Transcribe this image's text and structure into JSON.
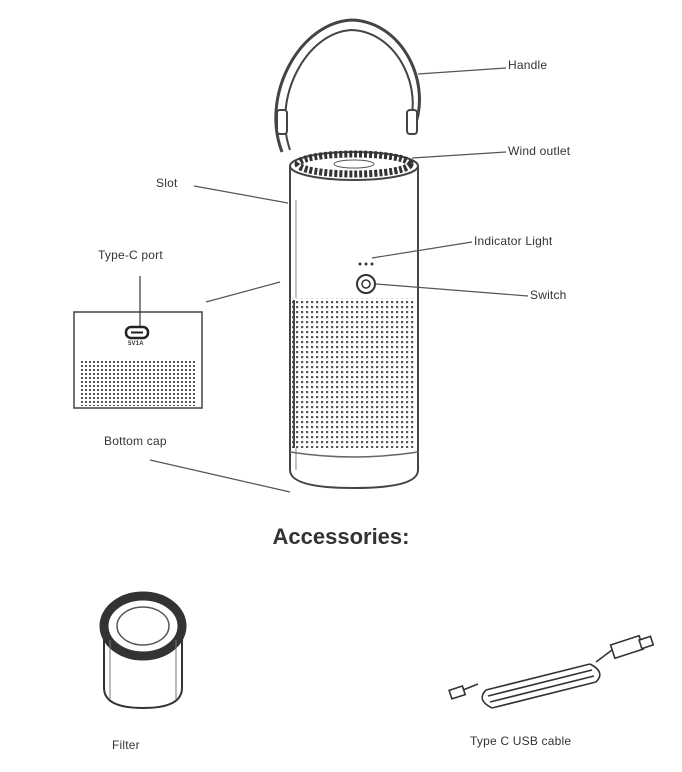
{
  "diagram": {
    "labels": {
      "handle": "Handle",
      "wind_outlet": "Wind outlet",
      "slot": "Slot",
      "indicator_light": "Indicator Light",
      "switch": "Switch",
      "type_c_port": "Type-C port",
      "bottom_cap": "Bottom cap"
    },
    "inset_port_text": "5V1A"
  },
  "accessories": {
    "heading": "Accessories:",
    "items": [
      {
        "label": "Filter"
      },
      {
        "label": "Type C USB cable"
      }
    ]
  }
}
